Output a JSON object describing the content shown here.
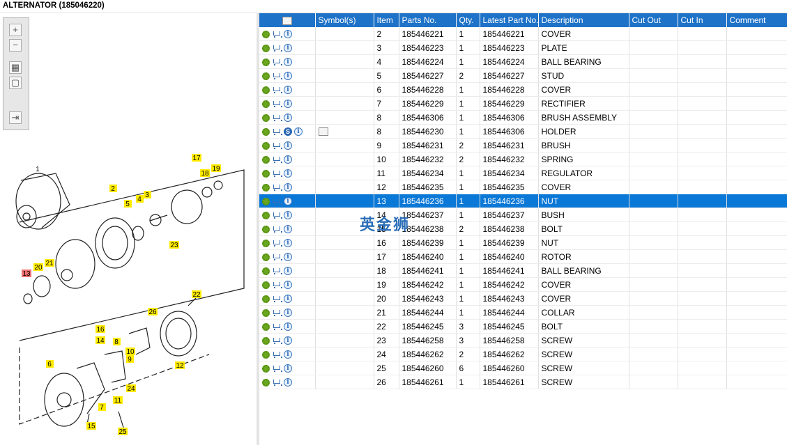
{
  "title": "ALTERNATOR (185046220)",
  "toolbar": {
    "zoom_in": "+",
    "zoom_out": "−",
    "fit": "▦",
    "actual": "▢",
    "expand": "⇥"
  },
  "watermark": "英金狮",
  "columns": [
    "",
    "Symbol(s)",
    "Item",
    "Parts No.",
    "Qty.",
    "Latest Part No.",
    "Description",
    "Cut Out",
    "Cut In",
    "Comment"
  ],
  "selected_item": "13",
  "rows": [
    {
      "item": "2",
      "part": "185446221",
      "qty": "1",
      "latest": "185446221",
      "desc": "COVER",
      "s": false,
      "sym": false
    },
    {
      "item": "3",
      "part": "185446223",
      "qty": "1",
      "latest": "185446223",
      "desc": "PLATE",
      "s": false,
      "sym": false
    },
    {
      "item": "4",
      "part": "185446224",
      "qty": "1",
      "latest": "185446224",
      "desc": "BALL BEARING",
      "s": false,
      "sym": false
    },
    {
      "item": "5",
      "part": "185446227",
      "qty": "2",
      "latest": "185446227",
      "desc": "STUD",
      "s": false,
      "sym": false
    },
    {
      "item": "6",
      "part": "185446228",
      "qty": "1",
      "latest": "185446228",
      "desc": "COVER",
      "s": false,
      "sym": false
    },
    {
      "item": "7",
      "part": "185446229",
      "qty": "1",
      "latest": "185446229",
      "desc": "RECTIFIER",
      "s": false,
      "sym": false
    },
    {
      "item": "8",
      "part": "185446306",
      "qty": "1",
      "latest": "185446306",
      "desc": "BRUSH ASSEMBLY",
      "s": false,
      "sym": false
    },
    {
      "item": "8",
      "part": "185446230",
      "qty": "1",
      "latest": "185446306",
      "desc": "HOLDER",
      "s": true,
      "sym": true
    },
    {
      "item": "9",
      "part": "185446231",
      "qty": "2",
      "latest": "185446231",
      "desc": "BRUSH",
      "s": false,
      "sym": false
    },
    {
      "item": "10",
      "part": "185446232",
      "qty": "2",
      "latest": "185446232",
      "desc": "SPRING",
      "s": false,
      "sym": false
    },
    {
      "item": "11",
      "part": "185446234",
      "qty": "1",
      "latest": "185446234",
      "desc": "REGULATOR",
      "s": false,
      "sym": false
    },
    {
      "item": "12",
      "part": "185446235",
      "qty": "1",
      "latest": "185446235",
      "desc": "COVER",
      "s": false,
      "sym": false
    },
    {
      "item": "13",
      "part": "185446236",
      "qty": "1",
      "latest": "185446236",
      "desc": "NUT",
      "s": false,
      "sym": false
    },
    {
      "item": "14",
      "part": "185446237",
      "qty": "1",
      "latest": "185446237",
      "desc": "BUSH",
      "s": false,
      "sym": false
    },
    {
      "item": "15",
      "part": "185446238",
      "qty": "2",
      "latest": "185446238",
      "desc": "BOLT",
      "s": false,
      "sym": false
    },
    {
      "item": "16",
      "part": "185446239",
      "qty": "1",
      "latest": "185446239",
      "desc": "NUT",
      "s": false,
      "sym": false
    },
    {
      "item": "17",
      "part": "185446240",
      "qty": "1",
      "latest": "185446240",
      "desc": "ROTOR",
      "s": false,
      "sym": false
    },
    {
      "item": "18",
      "part": "185446241",
      "qty": "1",
      "latest": "185446241",
      "desc": "BALL BEARING",
      "s": false,
      "sym": false
    },
    {
      "item": "19",
      "part": "185446242",
      "qty": "1",
      "latest": "185446242",
      "desc": "COVER",
      "s": false,
      "sym": false
    },
    {
      "item": "20",
      "part": "185446243",
      "qty": "1",
      "latest": "185446243",
      "desc": "COVER",
      "s": false,
      "sym": false
    },
    {
      "item": "21",
      "part": "185446244",
      "qty": "1",
      "latest": "185446244",
      "desc": "COLLAR",
      "s": false,
      "sym": false
    },
    {
      "item": "22",
      "part": "185446245",
      "qty": "3",
      "latest": "185446245",
      "desc": "BOLT",
      "s": false,
      "sym": false
    },
    {
      "item": "23",
      "part": "185446258",
      "qty": "3",
      "latest": "185446258",
      "desc": "SCREW",
      "s": false,
      "sym": false
    },
    {
      "item": "24",
      "part": "185446262",
      "qty": "2",
      "latest": "185446262",
      "desc": "SCREW",
      "s": false,
      "sym": false
    },
    {
      "item": "25",
      "part": "185446260",
      "qty": "6",
      "latest": "185446260",
      "desc": "SCREW",
      "s": false,
      "sym": false
    },
    {
      "item": "26",
      "part": "185446261",
      "qty": "1",
      "latest": "185446261",
      "desc": "SCREW",
      "s": false,
      "sym": false
    }
  ],
  "callouts": [
    "1",
    "2",
    "3",
    "4",
    "5",
    "6",
    "7",
    "8",
    "9",
    "10",
    "11",
    "12",
    "13",
    "14",
    "15",
    "16",
    "17",
    "18",
    "19",
    "20",
    "21",
    "22",
    "23",
    "24",
    "25",
    "26"
  ]
}
